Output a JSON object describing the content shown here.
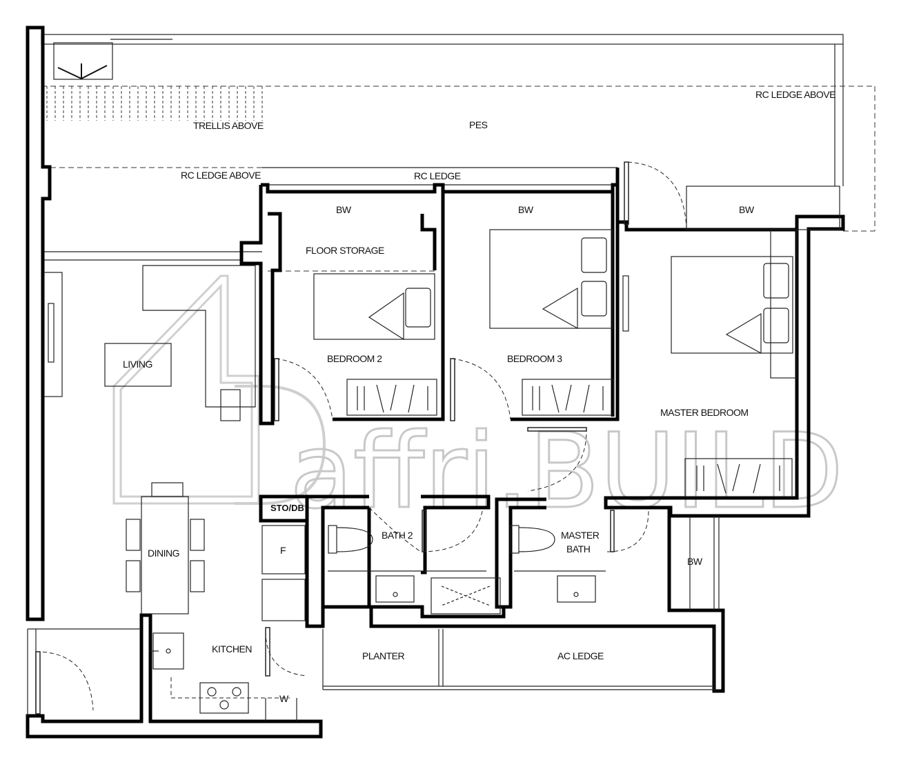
{
  "watermark": "affri.BUILD",
  "labels": {
    "trellis_above": "TRELLIS ABOVE",
    "pes": "PES",
    "rc_ledge_above_top": "RC LEDGE ABOVE",
    "rc_ledge_above_left": "RC LEDGE ABOVE",
    "rc_ledge": "RC LEDGE",
    "bw_bedroom2": "BW",
    "bw_bedroom3": "BW",
    "bw_master": "BW",
    "bw_right": "BW",
    "floor_storage": "FLOOR STORAGE",
    "bedroom2": "BEDROOM 2",
    "bedroom3": "BEDROOM 3",
    "master_bedroom": "MASTER BEDROOM",
    "living": "LIVING",
    "dining": "DINING",
    "sto_db": "STO/DB",
    "fridge": "F",
    "bath2": "BATH 2",
    "master_bath_line1": "MASTER",
    "master_bath_line2": "BATH",
    "kitchen": "KITCHEN",
    "washer": "W",
    "planter": "PLANTER",
    "ac_ledge": "AC LEDGE"
  }
}
